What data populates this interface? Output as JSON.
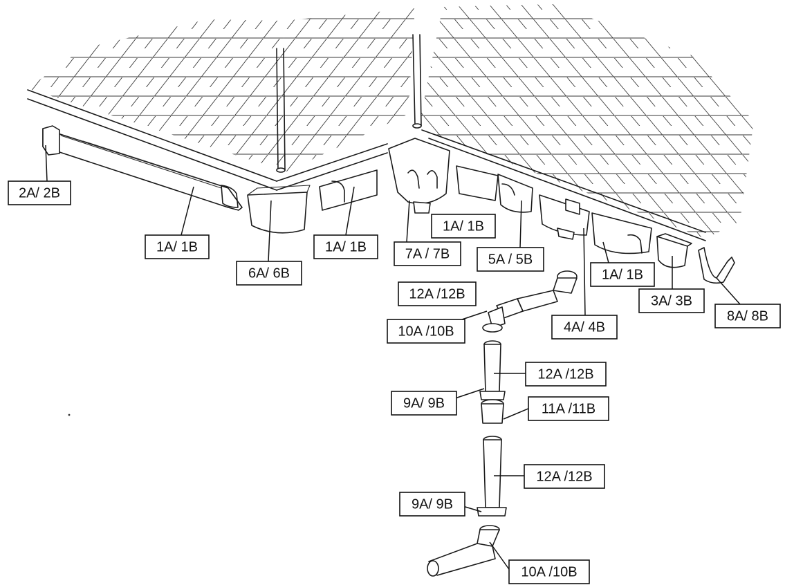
{
  "labels": [
    {
      "id": "l2",
      "text": "2A/ 2B"
    },
    {
      "id": "l1a",
      "text": "1A/ 1B"
    },
    {
      "id": "l6",
      "text": "6A/ 6B"
    },
    {
      "id": "l1b",
      "text": "1A/ 1B"
    },
    {
      "id": "l7",
      "text": "7A / 7B"
    },
    {
      "id": "l1c",
      "text": "1A/ 1B"
    },
    {
      "id": "l5",
      "text": "5A / 5B"
    },
    {
      "id": "l12a",
      "text": "12A /12B"
    },
    {
      "id": "l1d",
      "text": "1A/ 1B"
    },
    {
      "id": "l3",
      "text": "3A/ 3B"
    },
    {
      "id": "l8",
      "text": "8A/ 8B"
    },
    {
      "id": "l10a",
      "text": "10A /10B"
    },
    {
      "id": "l4",
      "text": "4A/ 4B"
    },
    {
      "id": "l12b",
      "text": "12A /12B"
    },
    {
      "id": "l9a",
      "text": "9A/ 9B"
    },
    {
      "id": "l11",
      "text": "11A /11B"
    },
    {
      "id": "l12c",
      "text": "12A /12B"
    },
    {
      "id": "l9b",
      "text": "9A/ 9B"
    },
    {
      "id": "l10b",
      "text": "10A /10B"
    }
  ]
}
